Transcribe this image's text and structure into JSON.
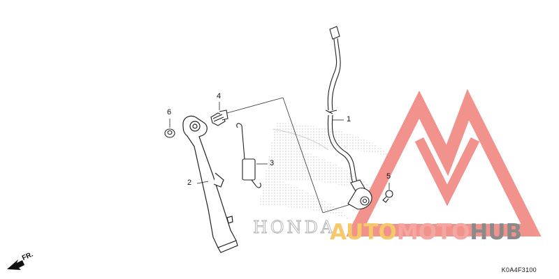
{
  "diagram": {
    "callouts": [
      {
        "id": "1",
        "label": "1"
      },
      {
        "id": "2",
        "label": "2"
      },
      {
        "id": "3",
        "label": "3"
      },
      {
        "id": "4",
        "label": "4"
      },
      {
        "id": "5",
        "label": "5"
      },
      {
        "id": "6",
        "label": "6"
      }
    ],
    "direction_label": "FR.",
    "diagram_code": "K0A4F3100",
    "background_logo_text": "HONDA"
  },
  "watermark": {
    "text_part1": "AUTO",
    "text_part2": "MOTO",
    "text_part3": "HUB",
    "colors": {
      "part1": "#f5c86a",
      "part2": "#f4a7a0",
      "part3": "#8a8a8a",
      "logo": "#f08078"
    }
  }
}
